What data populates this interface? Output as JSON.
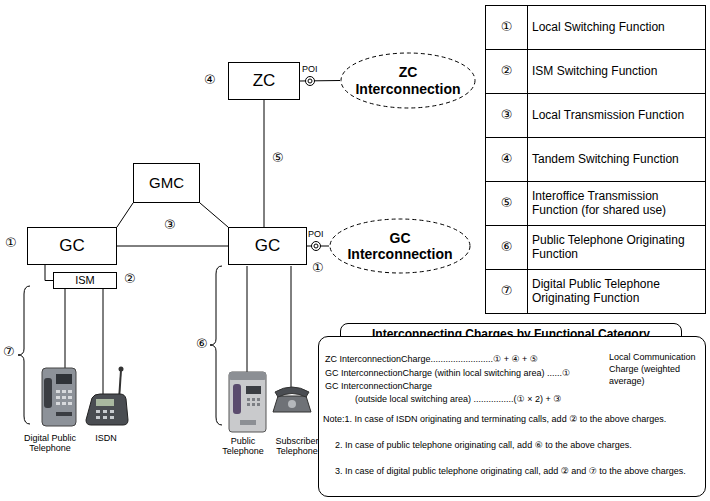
{
  "diagram": {
    "nodes": [
      {
        "text": [
          "ZC"
        ]
      },
      {
        "text": [
          "ZC Interconnection"
        ]
      },
      {
        "text": [
          "GMC"
        ]
      },
      {
        "text": [
          "GC"
        ]
      },
      {
        "text": [
          "ISM"
        ]
      },
      {
        "text": [
          "GC"
        ]
      },
      {
        "text": [
          "GC Interconnection"
        ]
      },
      {
        "text": [
          "Interconnecting Charges by Functional Category"
        ]
      },
      {
        "text": [
          "ZC InterconnectionCharge.........................① + ④ + ⑤",
          "GC InterconnectionCharge (within local switching area) ......①",
          "GC InterconnectionCharge",
          "(outside local switching area) ................(① × 2) + ③",
          "Local Communication Charge (weighted average)",
          "Note:1. In case of ISDN originating and terminating calls, add ② to the above charges.",
          "2. In case of public telephone originating call, add ⑥ to the above charges.",
          "3. In case of digital public telephone originating call, add ② and ⑦ to the above charges."
        ]
      }
    ],
    "edges": [
      {
        "from": 0,
        "to": 1,
        "arrow": "none"
      },
      {
        "from": 0,
        "to": 5,
        "arrow": "none"
      },
      {
        "from": 2,
        "to": 3,
        "arrow": "none"
      },
      {
        "from": 2,
        "to": 5,
        "arrow": "none"
      },
      {
        "from": 3,
        "to": 5,
        "arrow": "none"
      },
      {
        "from": 5,
        "to": 6,
        "arrow": "none"
      },
      {
        "from": 3,
        "to": 4,
        "arrow": "none"
      }
    ],
    "labels": [
      "POI",
      "POI",
      "④",
      "⑤",
      "③",
      "①",
      "②",
      "①",
      "⑦",
      "⑥",
      "Digital Public Telephone",
      "ISDN",
      "Public Telephone",
      "Subscriber Telephone",
      "①",
      "Local Switching Function",
      "②",
      "ISM Switching Function",
      "③",
      "Local Transmission Function",
      "④",
      "Tandem Switching Function",
      "⑤",
      "Interoffice Transmission Function (for shared use)",
      "⑥",
      "Public Telephone Originating Function",
      "⑦",
      "Digital Public Telephone Originating Function"
    ]
  }
}
